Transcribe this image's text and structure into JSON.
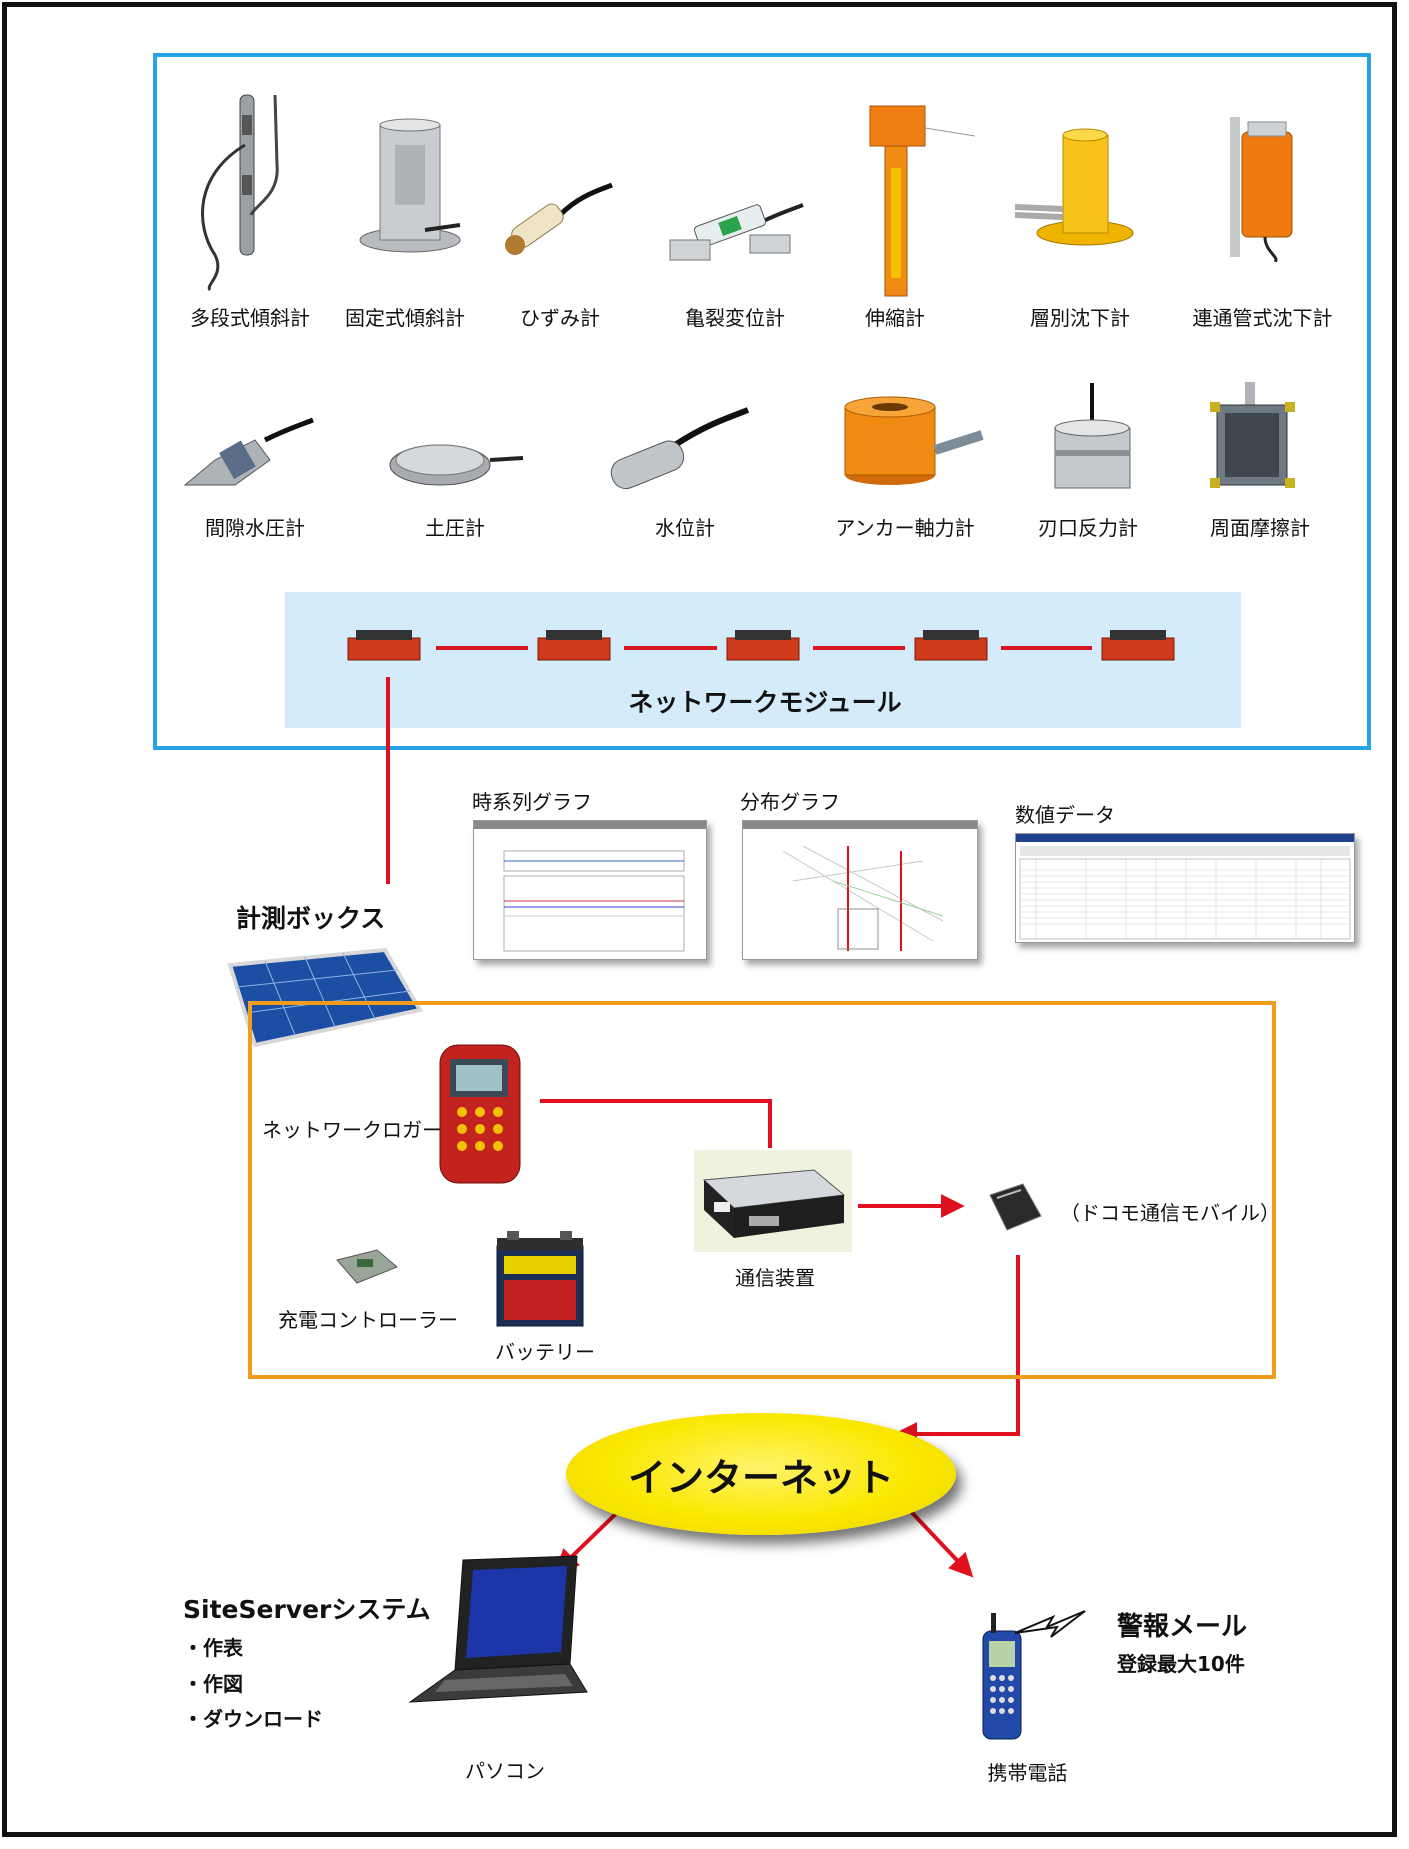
{
  "sensors_row1": [
    {
      "label": "多段式傾斜計",
      "icon": "multistage-inclinometer-icon"
    },
    {
      "label": "固定式傾斜計",
      "icon": "fixed-inclinometer-icon"
    },
    {
      "label": "ひずみ計",
      "icon": "strain-gauge-icon"
    },
    {
      "label": "亀裂変位計",
      "icon": "crack-displacement-meter-icon"
    },
    {
      "label": "伸縮計",
      "icon": "extensometer-icon"
    },
    {
      "label": "層別沈下計",
      "icon": "layered-settlement-gauge-icon"
    },
    {
      "label": "連通管式沈下計",
      "icon": "water-tube-settlement-gauge-icon"
    }
  ],
  "sensors_row2": [
    {
      "label": "間隙水圧計",
      "icon": "pore-water-pressure-gauge-icon"
    },
    {
      "label": "土圧計",
      "icon": "earth-pressure-gauge-icon"
    },
    {
      "label": "水位計",
      "icon": "water-level-gauge-icon"
    },
    {
      "label": "アンカー軸力計",
      "icon": "anchor-load-cell-icon"
    },
    {
      "label": "刃口反力計",
      "icon": "cutting-edge-reaction-gauge-icon"
    },
    {
      "label": "周面摩擦計",
      "icon": "skin-friction-gauge-icon"
    }
  ],
  "network_module": {
    "label": "ネットワークモジュール",
    "count": 5
  },
  "screens": {
    "timeseries": "時系列グラフ",
    "distribution": "分布グラフ",
    "numeric": "数値データ"
  },
  "box_title": "計測ボックス",
  "devices": {
    "logger": "ネットワークロガー",
    "comm": "通信装置",
    "mobile": "（ドコモ通信モバイル）",
    "charger": "充電コントローラー",
    "battery": "バッテリー"
  },
  "internet": "インターネット",
  "siteserver": {
    "title": "SiteServerシステム",
    "items": [
      "・作表",
      "・作図",
      "・ダウンロード"
    ],
    "device": "パソコン"
  },
  "alert": {
    "title": "警報メール",
    "sub": "登録最大10件",
    "device": "携帯電話"
  },
  "colors": {
    "sensor_border": "#27a3e6",
    "field_border": "#f19d1b",
    "link": "#e0101e",
    "internet": "#fbe800"
  }
}
